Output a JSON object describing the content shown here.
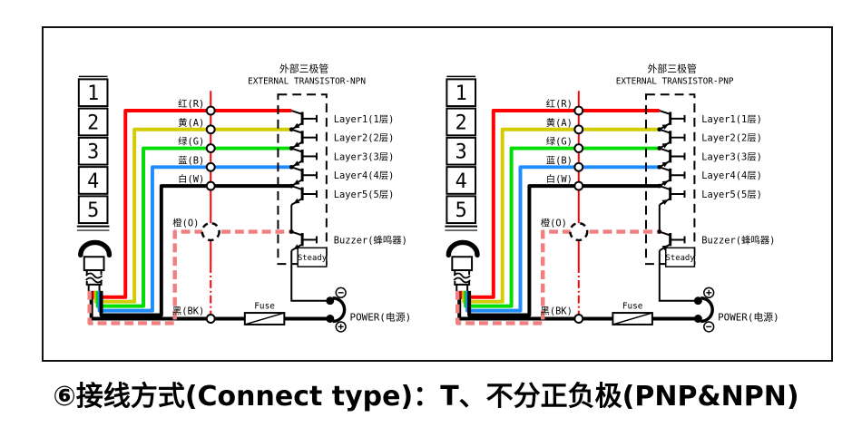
{
  "caption": "⑥接线方式(Connect type)：T、不分正负极(PNP&NPN)",
  "colors": {
    "centerline": "#ff0000",
    "wire_red": "#ff0000",
    "wire_yellow": "#d4cc00",
    "wire_green": "#00dd00",
    "wire_blue": "#1e8cff",
    "wire_white": "#000000",
    "wire_orange": "#f08080",
    "wire_black": "#000000"
  },
  "diagrams": [
    {
      "id": "npn",
      "polarity": "NPN",
      "title_cn": "外部三极管",
      "title_en": "EXTERNAL TRANSISTOR-NPN",
      "tower_numbers": [
        "1",
        "2",
        "3",
        "4",
        "5"
      ],
      "wires": [
        {
          "label": "红(R)",
          "color": "#ff0000"
        },
        {
          "label": "黄(A)",
          "color": "#d4cc00"
        },
        {
          "label": "绿(G)",
          "color": "#00dd00"
        },
        {
          "label": "蓝(B)",
          "color": "#1e8cff"
        },
        {
          "label": "白(W)",
          "color": "#000000"
        }
      ],
      "orange_wire": {
        "label": "橙(O)",
        "color": "#f08080"
      },
      "black_wire": {
        "label": "黑(BK)",
        "color": "#000000"
      },
      "layers": [
        "Layer1(1层)",
        "Layer2(2层)",
        "Layer3(3层)",
        "Layer4(4层)",
        "Layer5(5层)"
      ],
      "buzzer_label": "Buzzer(蜂鸣器)",
      "steady_label": "Steady",
      "fuse_label": "Fuse",
      "power_label": "POWER(电源)",
      "terminal_top": "-",
      "terminal_bottom": "+"
    },
    {
      "id": "pnp",
      "polarity": "PNP",
      "title_cn": "外部三极管",
      "title_en": "EXTERNAL TRANSISTOR-PNP",
      "tower_numbers": [
        "1",
        "2",
        "3",
        "4",
        "5"
      ],
      "wires": [
        {
          "label": "红(R)",
          "color": "#ff0000"
        },
        {
          "label": "黄(A)",
          "color": "#d4cc00"
        },
        {
          "label": "绿(G)",
          "color": "#00dd00"
        },
        {
          "label": "蓝(B)",
          "color": "#1e8cff"
        },
        {
          "label": "白(W)",
          "color": "#000000"
        }
      ],
      "orange_wire": {
        "label": "橙(O)",
        "color": "#f08080"
      },
      "black_wire": {
        "label": "黑(BK)",
        "color": "#000000"
      },
      "layers": [
        "Layer1(1层)",
        "Layer2(2层)",
        "Layer3(3层)",
        "Layer4(4层)",
        "Layer5(5层)"
      ],
      "buzzer_label": "Buzzer(蜂鸣器)",
      "steady_label": "Steady",
      "fuse_label": "Fuse",
      "power_label": "POWER(电源)",
      "terminal_top": "+",
      "terminal_bottom": "-"
    }
  ]
}
